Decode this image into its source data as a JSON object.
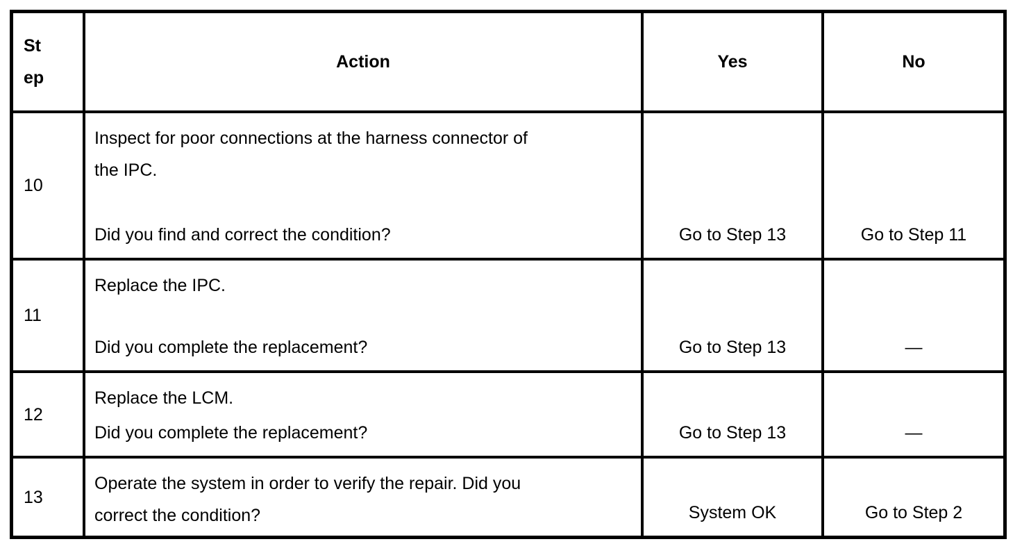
{
  "colors": {
    "border": "#000000",
    "background": "#ffffff",
    "text": "#000000"
  },
  "table": {
    "columns": [
      {
        "key": "step",
        "label": "Step"
      },
      {
        "key": "action",
        "label": "Action"
      },
      {
        "key": "yes",
        "label": "Yes"
      },
      {
        "key": "no",
        "label": "No"
      }
    ],
    "rows": [
      {
        "step": "10",
        "action_lines": [
          "Inspect for poor connections at the harness connector of",
          "the IPC."
        ],
        "question": "Did you find and correct the condition?",
        "yes": "Go to Step 13",
        "no": "Go to Step 11"
      },
      {
        "step": "11",
        "action_lines": [
          "Replace the IPC."
        ],
        "question": "Did you complete the replacement?",
        "yes": "Go to Step 13",
        "no": "—"
      },
      {
        "step": "12",
        "action_lines": [
          "Replace the LCM."
        ],
        "question": "Did you complete the replacement?",
        "yes": "Go to Step 13",
        "no": "—"
      },
      {
        "step": "13",
        "action_lines": [
          "Operate the system in order to verify the repair. Did you",
          "correct the condition?"
        ],
        "question": "",
        "yes": "System OK",
        "no": "Go to Step 2"
      }
    ]
  }
}
